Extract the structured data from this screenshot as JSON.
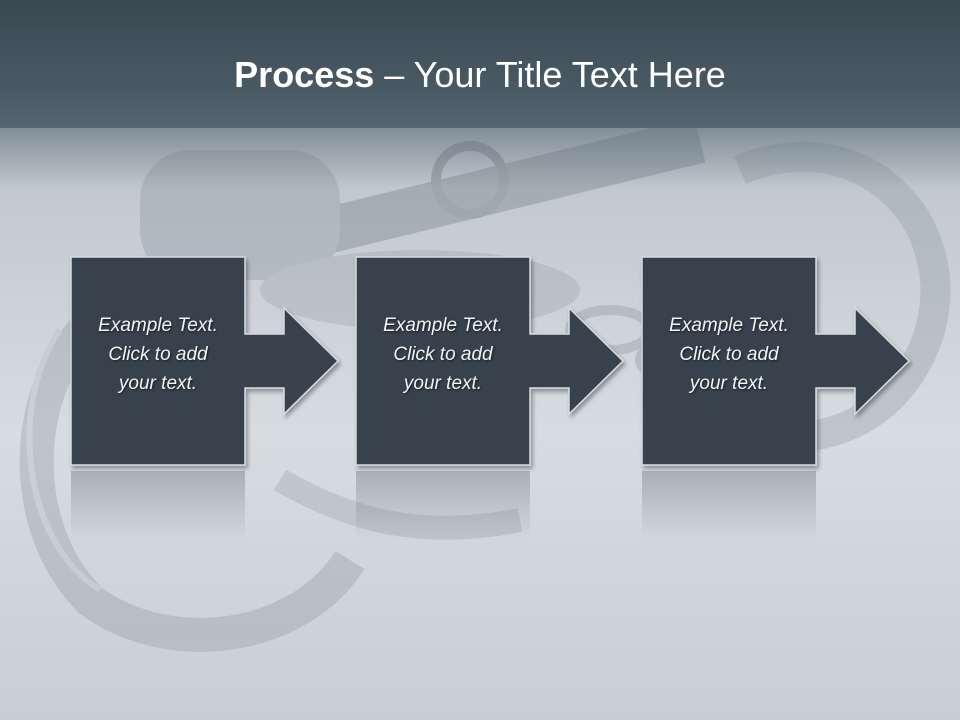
{
  "title": {
    "bold": "Process",
    "rest": " – Your Title Text Here"
  },
  "steps": [
    {
      "line1": "Example Text.",
      "line2": "Click  to add",
      "line3": "your text."
    },
    {
      "line1": "Example Text.",
      "line2": "Click  to add",
      "line3": "your text."
    },
    {
      "line1": "Example Text.",
      "line2": "Click  to add",
      "line3": "your text."
    }
  ],
  "colors": {
    "title_bar": "#3c4a54",
    "box_fill": "#37434d",
    "box_stroke": "#d6dbe0",
    "text": "#ffffff"
  },
  "background": {
    "image": "faded-gavel-key-handcuffs-photo"
  }
}
